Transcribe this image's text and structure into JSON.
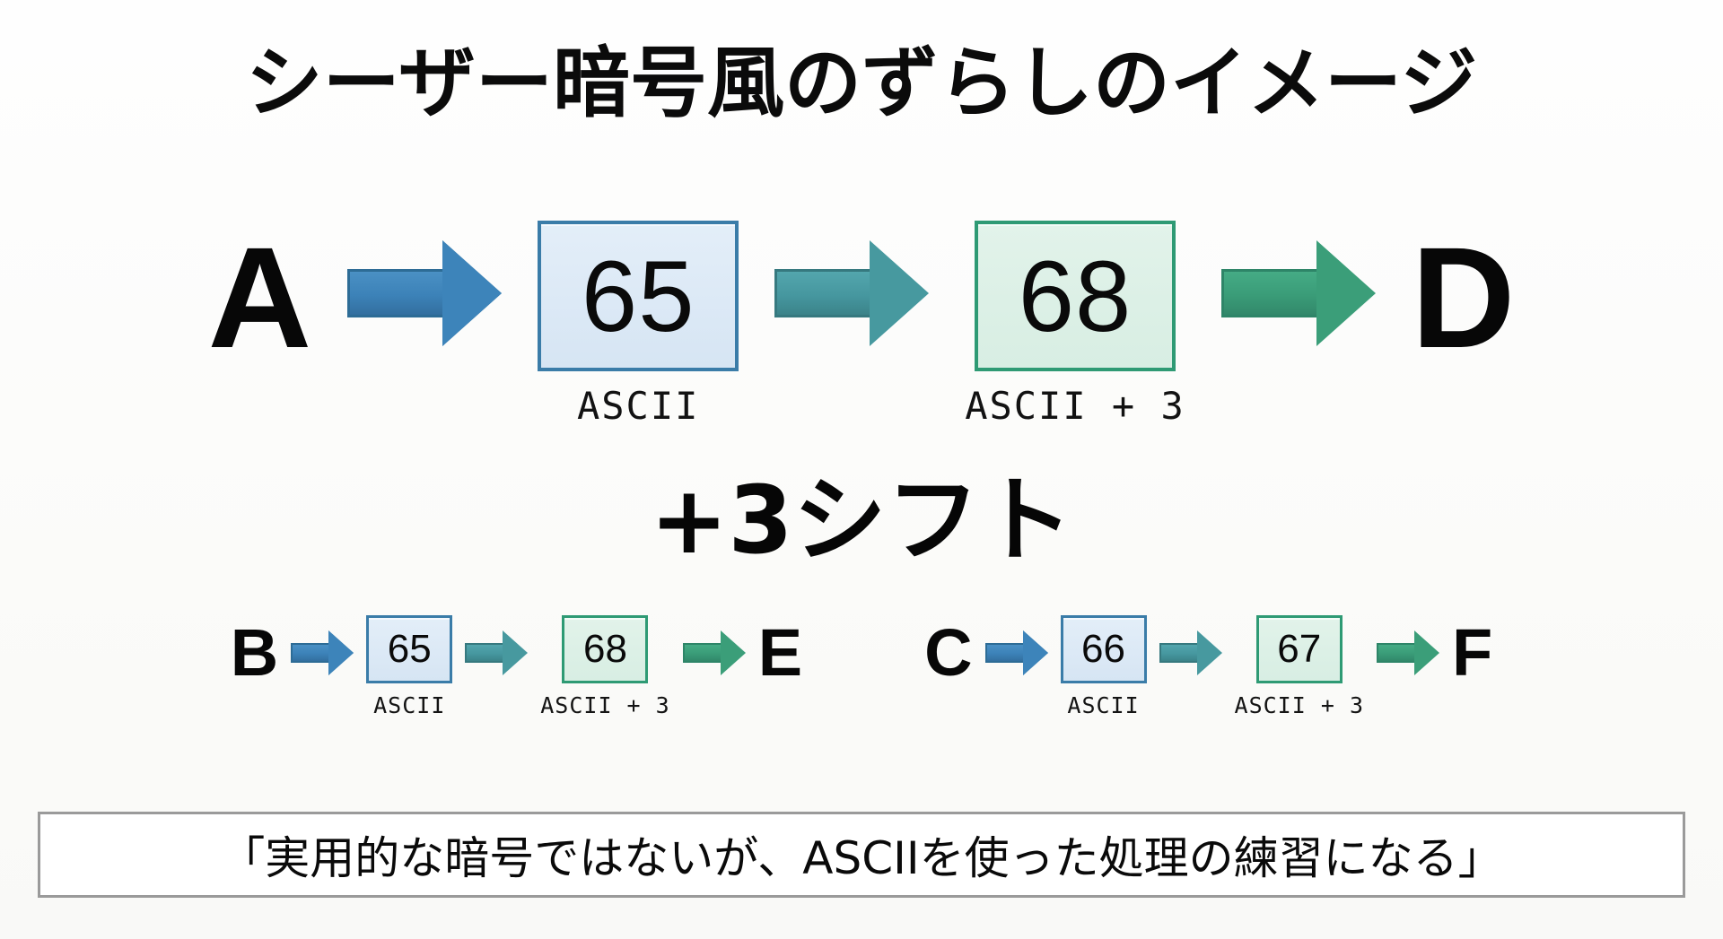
{
  "title": "シーザー暗号風のずらしのイメージ",
  "shift_label": "+3シフト",
  "caption": "「実用的な暗号ではないが、ASCIIを使った処理の練習になる」",
  "colors": {
    "blue_border": "#3a7ca8",
    "blue_fill": "#dce9f6",
    "green_border": "#2e9a74",
    "green_fill": "#dcf0e6",
    "arrow_blue": "#3c82b8",
    "arrow_teal": "#46979f",
    "arrow_green": "#3a9c78",
    "background": "#fdfdfc",
    "text": "#0a0a0a",
    "caption_border": "#9a9a9a"
  },
  "main_flow": {
    "source_letter": "A",
    "ascii_value": "65",
    "ascii_label": "ASCII",
    "shifted_value": "68",
    "shifted_label": "ASCII + 3",
    "result_letter": "D",
    "arrow1": "arrow-right-icon",
    "arrow2": "arrow-right-icon",
    "arrow3": "arrow-right-icon"
  },
  "small_flows": [
    {
      "source_letter": "B",
      "ascii_value": "65",
      "ascii_label": "ASCII",
      "shifted_value": "68",
      "shifted_label": "ASCII + 3",
      "result_letter": "E"
    },
    {
      "source_letter": "C",
      "ascii_value": "66",
      "ascii_label": "ASCII",
      "shifted_value": "67",
      "shifted_label": "ASCII + 3",
      "result_letter": "F"
    }
  ]
}
